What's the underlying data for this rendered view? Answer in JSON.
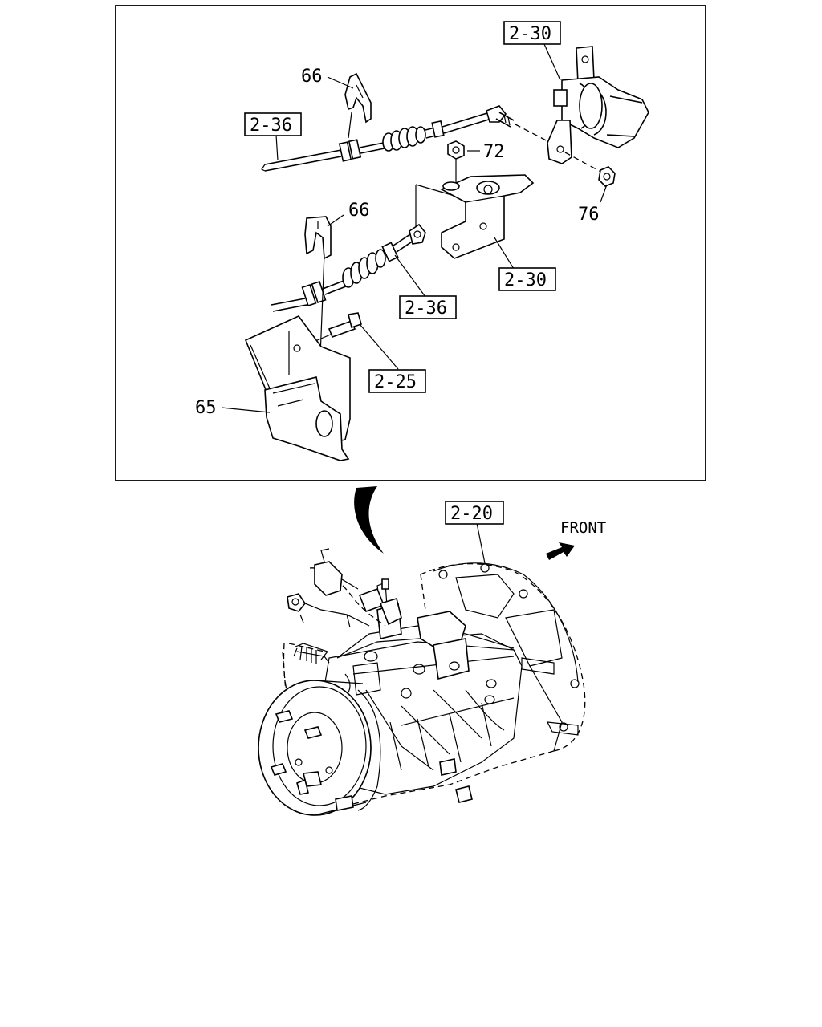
{
  "diagram": {
    "callouts": {
      "ref_2_30_top": "2-30",
      "ref_2_36_top": "2-36",
      "part_66_top": "66",
      "part_72": "72",
      "part_76": "76",
      "part_66_mid": "66",
      "ref_2_30_mid": "2-30",
      "ref_2_36_mid": "2-36",
      "ref_2_25": "2-25",
      "part_65": "65",
      "ref_2_20": "2-20"
    },
    "front_label": "FRONT"
  }
}
